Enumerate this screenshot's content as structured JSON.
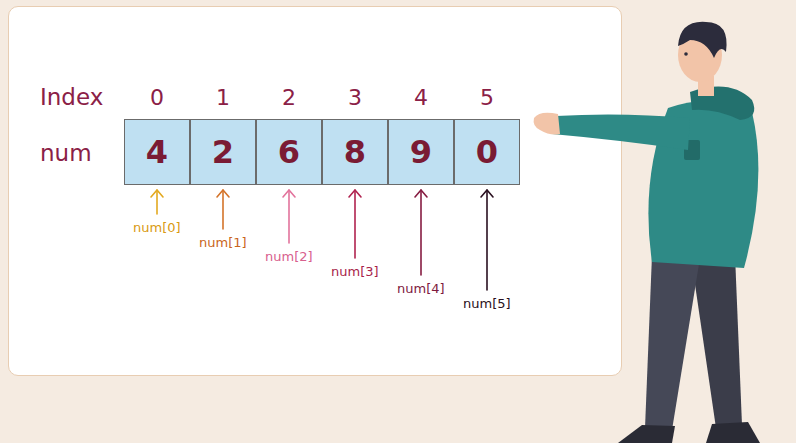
{
  "diagram": {
    "nodes": [
      {
        "text": [
          "4"
        ]
      },
      {
        "text": [
          "2"
        ]
      },
      {
        "text": [
          "6"
        ]
      },
      {
        "text": [
          "8"
        ]
      },
      {
        "text": [
          "9"
        ]
      },
      {
        "text": [
          "0"
        ]
      }
    ],
    "labels": [
      "Index",
      "0",
      "1",
      "2",
      "3",
      "4",
      "5",
      "num",
      "num[0]",
      "num[1]",
      "num[2]",
      "num[3]",
      "num[4]",
      "num[5]"
    ]
  }
}
